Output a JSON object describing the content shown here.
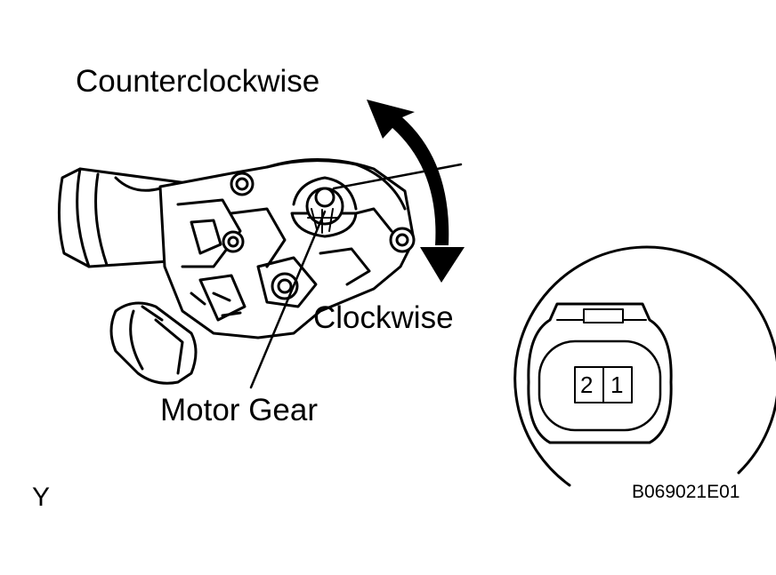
{
  "labels": {
    "counterclockwise": "Counterclockwise",
    "clockwise": "Clockwise",
    "motor_gear": "Motor Gear",
    "figure_id": "B069021E01",
    "corner_mark": "Y"
  },
  "connector": {
    "pins": [
      "2",
      "1"
    ]
  },
  "colors": {
    "ink": "#000000",
    "paper": "#ffffff"
  }
}
